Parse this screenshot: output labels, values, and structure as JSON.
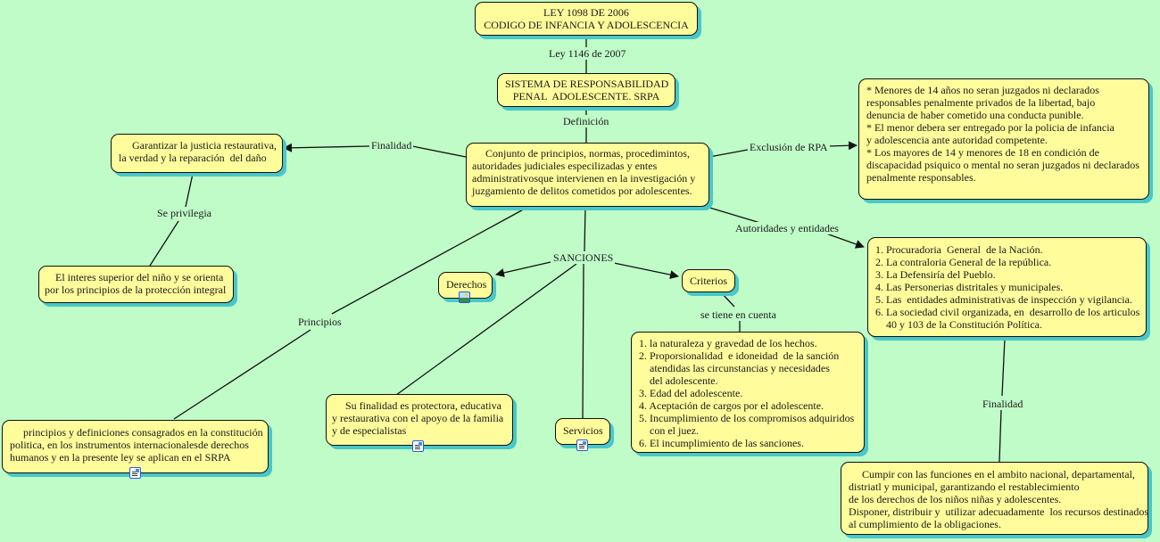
{
  "diagram": {
    "background_color": "#c0fcc8",
    "node_color": "#fffc9c",
    "shadow_color": "#48c8c8",
    "nodes": {
      "ley1098": {
        "lines": [
          "LEY 1098 DE 2006",
          "CODIGO DE INFANCIA Y ADOLESCENCIA"
        ]
      },
      "srpa": {
        "lines": [
          "SISTEMA DE RESPONSABILIDAD",
          "PENAL  ADOLESCENTE. SRPA"
        ]
      },
      "definicion": {
        "lines": [
          "     Conjunto de principios, normas, procedimintos,",
          "autoridades judiciales especilizadas y entes",
          "administrativosque intervienen en la investigación y",
          "juzgamiento de delitos cometidos por adolescentes."
        ]
      },
      "garantizar": {
        "lines": [
          "     Garantizar la justicia restaurativa,",
          "la verdad y la reparación  del daño"
        ]
      },
      "interes": {
        "lines": [
          "    El interes superior del niño y se orienta",
          "por los principios de la protección integral"
        ]
      },
      "exclusion": {
        "lines": [
          "* Menores de 14 años no seran juzgados ni declarados",
          "responsables penalmente privados de la libertad, bajo",
          "denuncia de haber cometido una conducta punible.",
          "* El menor debera ser entregado por la policia de infancia",
          "y adolescencia ante autoridad competente.",
          "* Los mayores de 14 y menores de 18 en condición de",
          "discapacidad psiquico o mental no seran juzgados ni declarados",
          "penalmente responsables."
        ]
      },
      "autoridades": {
        "lines": [
          "1. Procuradoria  General  de la Nación.",
          "2. La contraloria General de la república.",
          "3. La Defensiría del Pueblo.",
          "4. Las Personerias distritales y municipales.",
          "5. Las  entidades administrativas de inspección y vigilancia.",
          "6. La sociedad civil organizada, en  desarrollo de los articulos",
          "    40 y 103 de la Constitución Política."
        ]
      },
      "derechos": {
        "lines": [
          "Derechos"
        ]
      },
      "criterios": {
        "lines": [
          "Criterios"
        ]
      },
      "criterios_list": {
        "lines": [
          "1. la naturaleza y gravedad de los hechos.",
          "2. Proporsionalidad  e idoneidad  de la sanción",
          "    atendidas las circunstancias y necesidades",
          "    del adolescente.",
          "3. Edad del adolescente.",
          "4. Aceptación de cargos por el adolescente.",
          "5. Incumplimiento de los compromisos adquiridos",
          "    con el juez.",
          "6. El incumplimiento de las sanciones."
        ]
      },
      "principios": {
        "lines": [
          "     principios y definiciones consagrados en la constitución",
          "politica, en los instrumentos internacionalesde derechos",
          "humanos y en la presente ley se aplican en el SRPA"
        ]
      },
      "finalidad_sancion": {
        "lines": [
          "     Su finalidad es protectora, educativa",
          "y restaurativa con el apoyo de la familia",
          "y de especialistas"
        ]
      },
      "servicios": {
        "lines": [
          "Servicios"
        ]
      },
      "cumplir": {
        "lines": [
          "     Cumpir con las funciones en el ambito nacional, departamental,",
          "distriatl y municipal, garantizando el restablecimiento",
          "de los derechos de los niños niñas y adolescentes.",
          "Disponer, distribuir y  utilizar adecuadamente  los recursos destinados",
          "al cumplimiento de la obligaciones."
        ]
      }
    },
    "link_labels": {
      "ley1146": "Ley 1146 de 2007",
      "definicion": "Definición",
      "finalidad_left": "Finalidad",
      "se_privilegia": "Se privilegia",
      "exclusion_rpa": "Exclusión de RPA",
      "autoridades_entidades": "Autoridades y entidades",
      "sanciones": "SANCIONES",
      "principios": "Principios",
      "se_tiene_en_cuenta": "se tiene en cuenta",
      "finalidad_right": "Finalidad"
    },
    "resource_icons": {
      "derechos": "image-icon",
      "principios": "document-icon",
      "finalidad_sancion": "document-icon",
      "servicios": "document-icon"
    }
  }
}
